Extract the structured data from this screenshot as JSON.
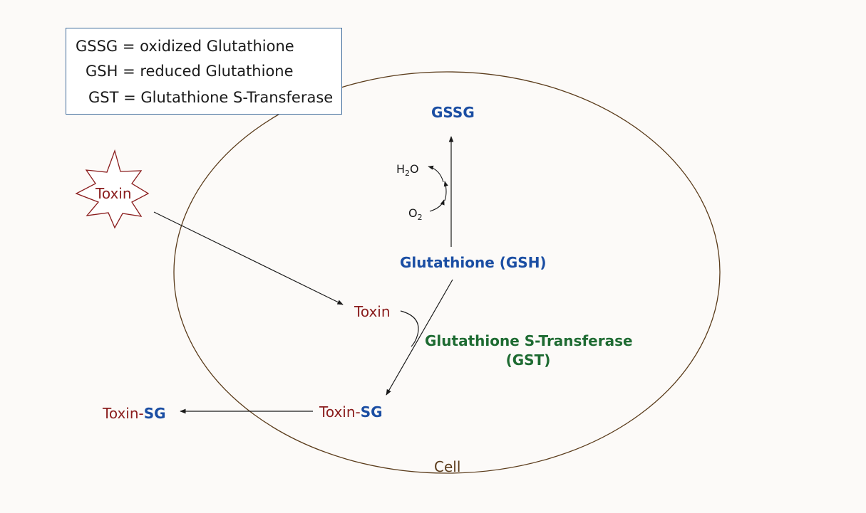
{
  "legend": {
    "gssg": "GSSG = oxidized Glutathione",
    "gsh": "GSH = reduced Glutathione",
    "gst": "GST = Glutathione S-Transferase"
  },
  "nodes": {
    "gssg": "GSSG",
    "h2o_main": "H",
    "h2o_sub": "2",
    "h2o_tail": "O",
    "o2_main": "O",
    "o2_sub": "2",
    "glutathione": "Glutathione (GSH)",
    "toxin_outside": "Toxin",
    "toxin_inside": "Toxin",
    "enzyme_line1": "Glutathione S-Transferase",
    "enzyme_line2": "(GST)",
    "conjugate_inside_toxin": "Toxin-",
    "conjugate_inside_sg": "SG",
    "conjugate_outside_toxin": "Toxin-",
    "conjugate_outside_sg": "SG",
    "cell": "Cell"
  },
  "colors": {
    "glutathione_blue": "#1b4ea3",
    "toxin_red": "#8a1c1c",
    "enzyme_green": "#1e6b32",
    "cell_brown": "#5a3b1a",
    "legend_border": "#3f6c9c"
  }
}
